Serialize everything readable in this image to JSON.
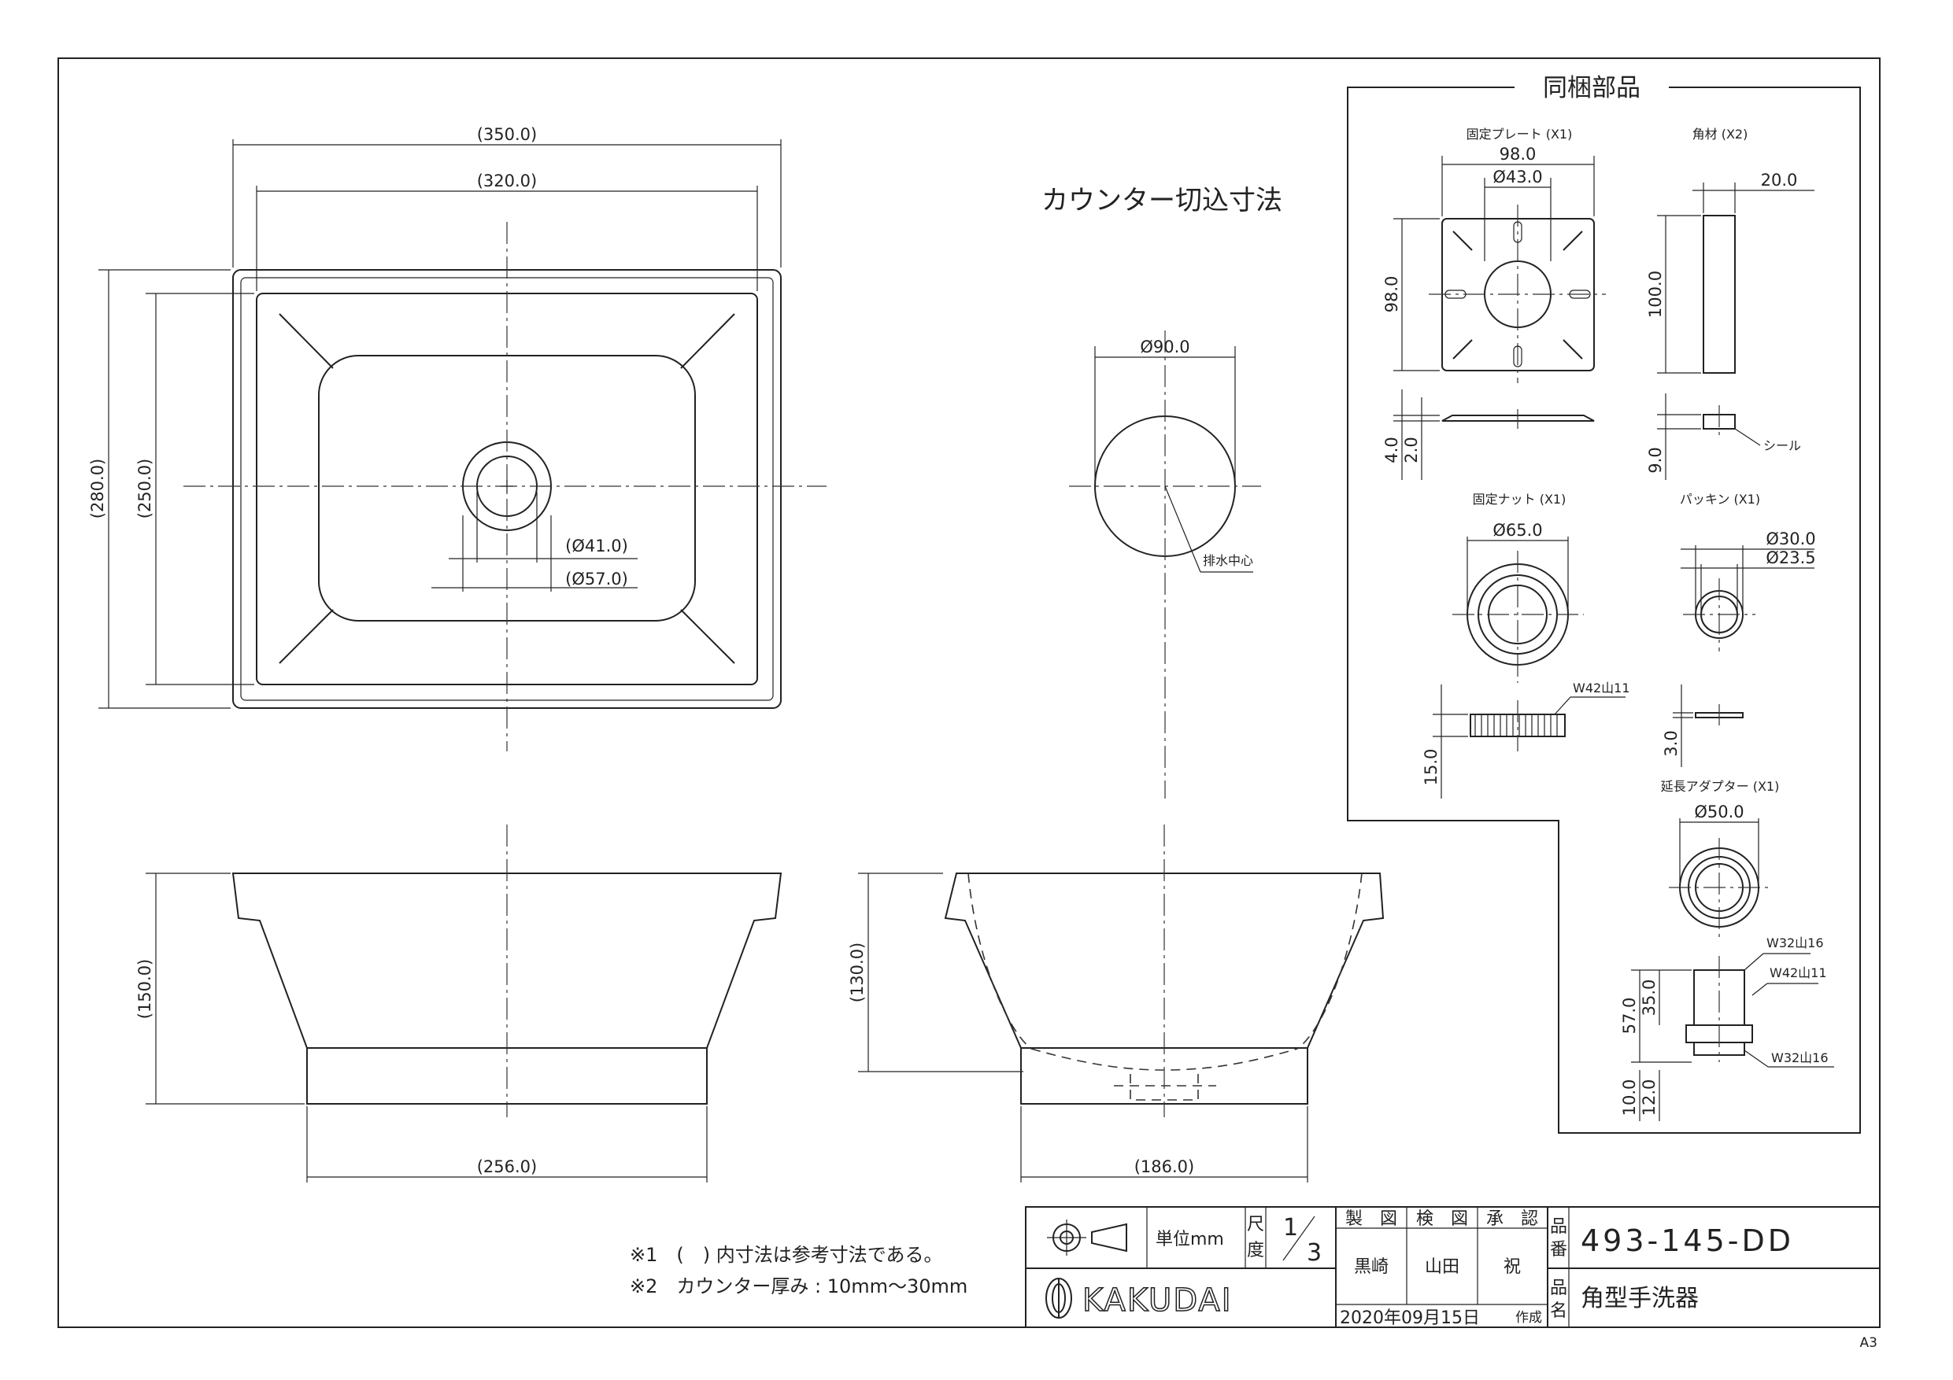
{
  "plan_view": {
    "dims": [
      "(350.0)",
      "(320.0)",
      "(280.0)",
      "(250.0)",
      "(Ø41.0)",
      "(Ø57.0)"
    ]
  },
  "counter_cutout": {
    "title": "カウンター切込寸法",
    "diameter": "Ø90.0",
    "drain_center": "排水中心"
  },
  "front_view": {
    "height": "(150.0)",
    "bottom_width": "(256.0)"
  },
  "side_view": {
    "height": "(130.0)",
    "bottom_width": "(186.0)"
  },
  "included_parts": {
    "title": "同梱部品",
    "plate": {
      "label": "固定プレート (X1)",
      "width": "98.0",
      "hole": "Ø43.0",
      "height": "98.0",
      "t1": "4.0",
      "t2": "2.0"
    },
    "bar": {
      "label": "角材 (X2)",
      "width": "20.0",
      "length": "100.0",
      "thickness": "9.0",
      "seal": "シール"
    },
    "nut": {
      "label": "固定ナット (X1)",
      "diameter": "Ø65.0",
      "thread": "W42山11",
      "height": "15.0"
    },
    "packing": {
      "label": "パッキン (X1)",
      "outer": "Ø30.0",
      "inner": "Ø23.5",
      "thickness": "3.0"
    },
    "adapter": {
      "label": "延長アダプター (X1)",
      "diameter": "Ø50.0",
      "thread_top": "W32山16",
      "thread_mid": "W42山11",
      "thread_bottom": "W32山16",
      "total": "57.0",
      "upper": "35.0",
      "lower1": "10.0",
      "lower2": "12.0"
    }
  },
  "notes": [
    "※1　(　) 内寸法は参考寸法である。",
    "※2　カウンター厚み : 10mm〜30mm"
  ],
  "title_block": {
    "unit_label": "単位mm",
    "scale_label_1": "尺",
    "scale_label_2": "度",
    "scale_num": "1",
    "scale_den": "3",
    "drawn_label": "製　図",
    "checked_label": "検　図",
    "approved_label": "承　認",
    "drawn_by": "黒崎",
    "checked_by": "山田",
    "approved_by": "祝",
    "date": "2020年09月15日",
    "created_label": "作成",
    "part_no_label_1": "品",
    "part_no_label_2": "番",
    "part_no": "493-145-DD",
    "name_label_1": "品",
    "name_label_2": "名",
    "part_name": "角型手洗器",
    "company": "KAKUDAI"
  },
  "sheet_size": "A3"
}
